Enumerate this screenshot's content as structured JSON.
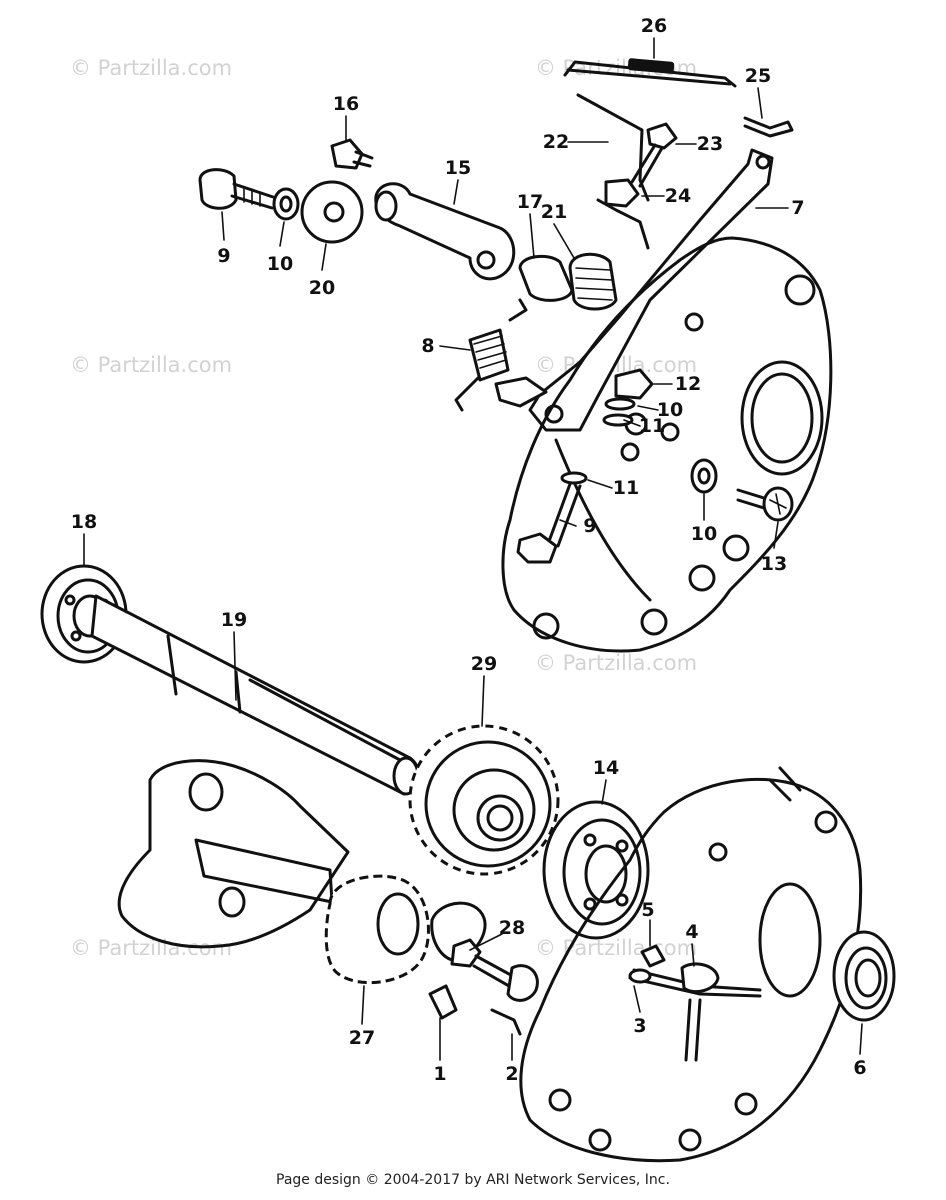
{
  "watermark": "© Partzilla.com",
  "footer": "Page design © 2004-2017 by ARI Network Services, Inc.",
  "callouts": [
    "26",
    "25",
    "16",
    "15",
    "22",
    "23",
    "17",
    "21",
    "24",
    "7",
    "9",
    "10",
    "20",
    "8",
    "12",
    "10",
    "11",
    "11",
    "9",
    "10",
    "13",
    "18",
    "19",
    "29",
    "14",
    "5",
    "4",
    "28",
    "3",
    "27",
    "1",
    "2",
    "6"
  ]
}
